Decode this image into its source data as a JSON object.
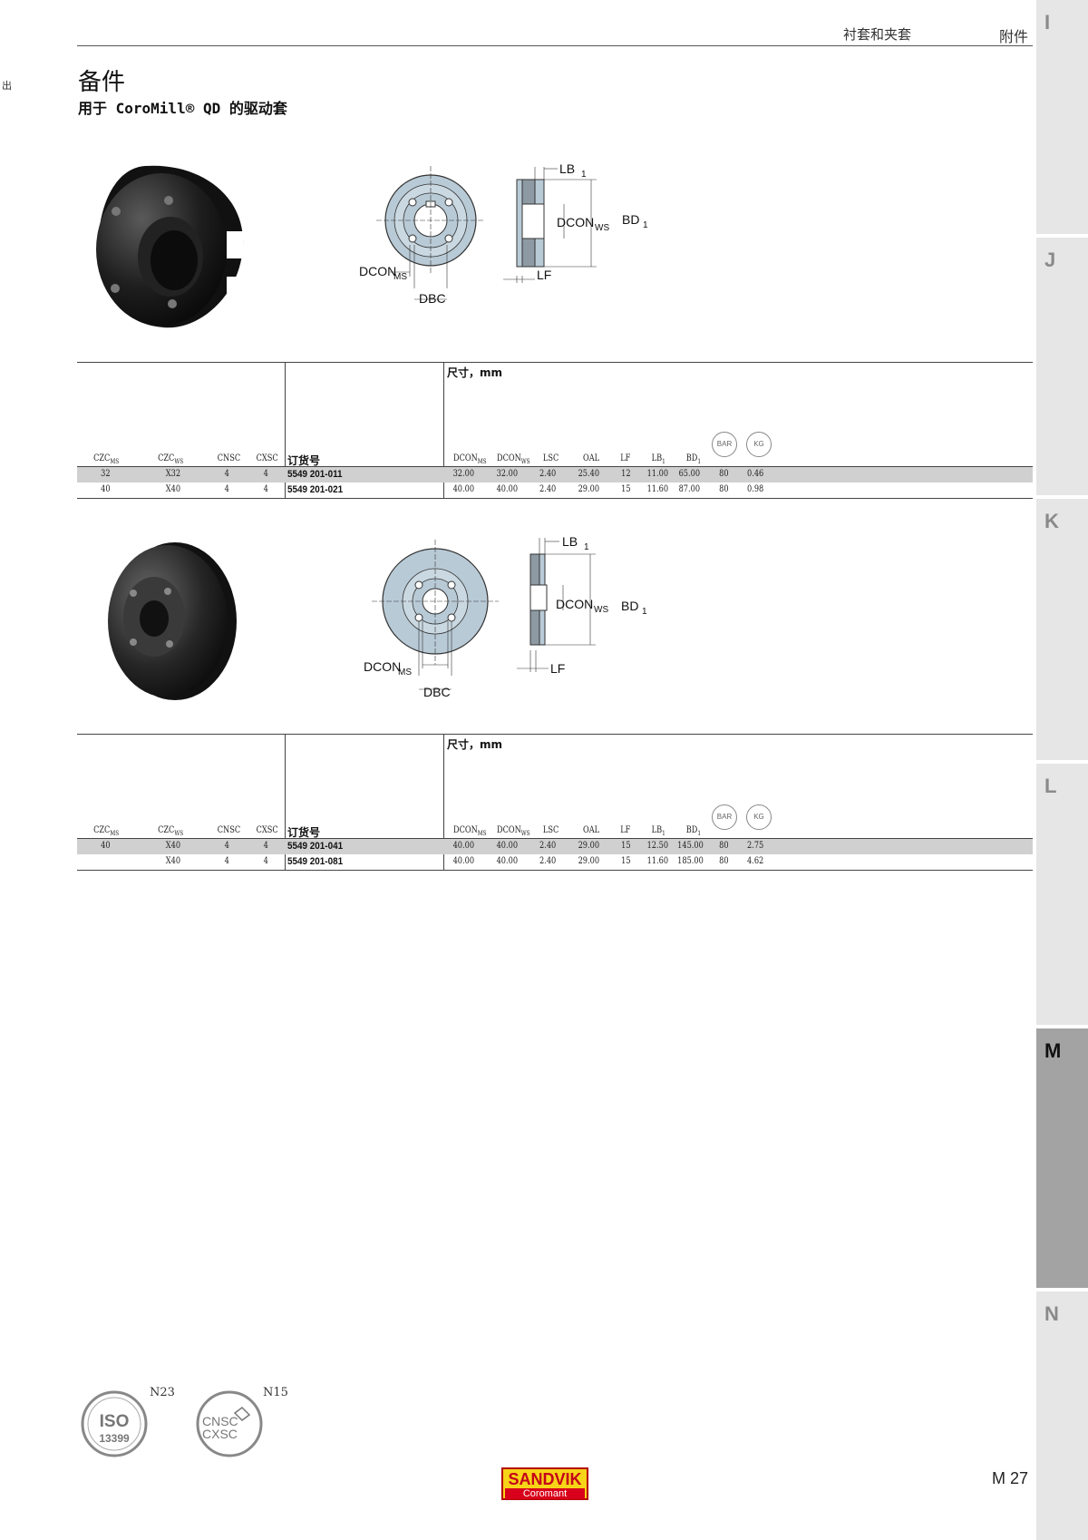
{
  "header": {
    "section": "衬套和夹套",
    "chapter": "附件",
    "side_glyph": "出"
  },
  "title": "备件",
  "subtitle": "用于 CoroMill® QD 的驱动套",
  "side_tabs": [
    "I",
    "J",
    "K",
    "L",
    "M",
    "N"
  ],
  "active_tab": "M",
  "drawing_labels": {
    "lb1": "LB",
    "lb1_sub": "1",
    "dcon_ws": "DCON",
    "ws_sub": "WS",
    "bd1": "BD",
    "bd1_sub": "1",
    "dcon_ms": "DCON",
    "ms_sub": "MS",
    "dbc": "DBC",
    "lf": "LF"
  },
  "table_headers": {
    "dimensions_title": "尺寸，mm",
    "order_no": "订货号",
    "czc_ms": "CZC",
    "czc_ms_sub": "MS",
    "czc_ws": "CZC",
    "czc_ws_sub": "WS",
    "cnsc": "CNSC",
    "cxsc": "CXSC",
    "dcon_ms": "DCON",
    "dcon_ms_sub": "MS",
    "dcon_ws": "DCON",
    "dcon_ws_sub": "WS",
    "lsc": "LSC",
    "oal": "OAL",
    "lf": "LF",
    "lb1": "LB",
    "lb1_sub": "1",
    "bd1": "BD",
    "bd1_sub": "1",
    "bar_badge": "BAR",
    "kg_badge": "KG"
  },
  "table1": {
    "rows": [
      {
        "czc_ms": "32",
        "czc_ws": "X32",
        "cnsc": "4",
        "cxsc": "4",
        "order_no": "5549 201-011",
        "dcon_ms": "32.00",
        "dcon_ws": "32.00",
        "lsc": "2.40",
        "oal": "25.40",
        "lf": "12",
        "lb1": "11.00",
        "bd1": "65.00",
        "bar": "80",
        "kg": "0.46"
      },
      {
        "czc_ms": "40",
        "czc_ws": "X40",
        "cnsc": "4",
        "cxsc": "4",
        "order_no": "5549 201-021",
        "dcon_ms": "40.00",
        "dcon_ws": "40.00",
        "lsc": "2.40",
        "oal": "29.00",
        "lf": "15",
        "lb1": "11.60",
        "bd1": "87.00",
        "bar": "80",
        "kg": "0.98"
      }
    ]
  },
  "table2": {
    "rows": [
      {
        "czc_ms": "40",
        "czc_ws": "X40",
        "cnsc": "4",
        "cxsc": "4",
        "order_no": "5549 201-041",
        "dcon_ms": "40.00",
        "dcon_ws": "40.00",
        "lsc": "2.40",
        "oal": "29.00",
        "lf": "15",
        "lb1": "12.50",
        "bd1": "145.00",
        "bar": "80",
        "kg": "2.75"
      },
      {
        "czc_ms": "",
        "czc_ws": "X40",
        "cnsc": "4",
        "cxsc": "4",
        "order_no": "5549 201-081",
        "dcon_ms": "40.00",
        "dcon_ws": "40.00",
        "lsc": "2.40",
        "oal": "29.00",
        "lf": "15",
        "lb1": "11.60",
        "bd1": "185.00",
        "bar": "80",
        "kg": "4.62"
      }
    ]
  },
  "footer": {
    "iso_ref": "N23",
    "iso_top": "ISO",
    "iso_bottom": "13399",
    "cnsc_ref": "N15",
    "cnsc_top": "CNSC",
    "cnsc_bottom": "CXSC",
    "logo_top": "SANDVIK",
    "logo_bottom": "Coromant",
    "page_number": "M 27"
  },
  "colors": {
    "drawing_fill": "#b8cad6",
    "hatch": "#6f7a82",
    "shaded_row": "#d0d0d0",
    "tab_active": "#a3a3a3",
    "tab_inactive": "#e6e6e6",
    "logo_yellow": "#f7d417",
    "logo_red": "#d8001a"
  }
}
